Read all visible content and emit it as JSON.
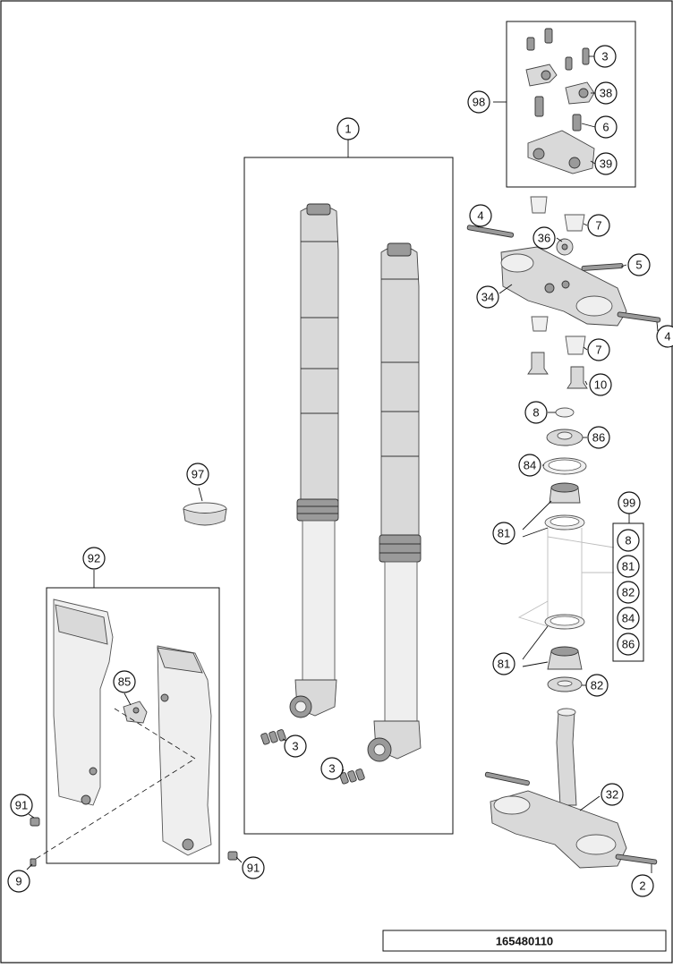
{
  "document_number": "165480110",
  "callouts": {
    "c1": "1",
    "c3_kit": "3",
    "c98": "98",
    "c38": "38",
    "c6": "6",
    "c39": "39",
    "c4_top": "4",
    "c7_top": "7",
    "c36": "36",
    "c5": "5",
    "c34": "34",
    "c4_right": "4",
    "c7_bot": "7",
    "c10": "10",
    "c8": "8",
    "c86": "86",
    "c84": "84",
    "c99": "99",
    "c81_top": "81",
    "c81_bot": "81",
    "c82": "82",
    "c32": "32",
    "c2": "2",
    "c97": "97",
    "c92": "92",
    "c85": "85",
    "c91_left": "91",
    "c9": "9",
    "c91_right": "91",
    "c3_mid": "3",
    "c3_low": "3"
  },
  "kit99_items": [
    "8",
    "81",
    "82",
    "84",
    "86"
  ]
}
